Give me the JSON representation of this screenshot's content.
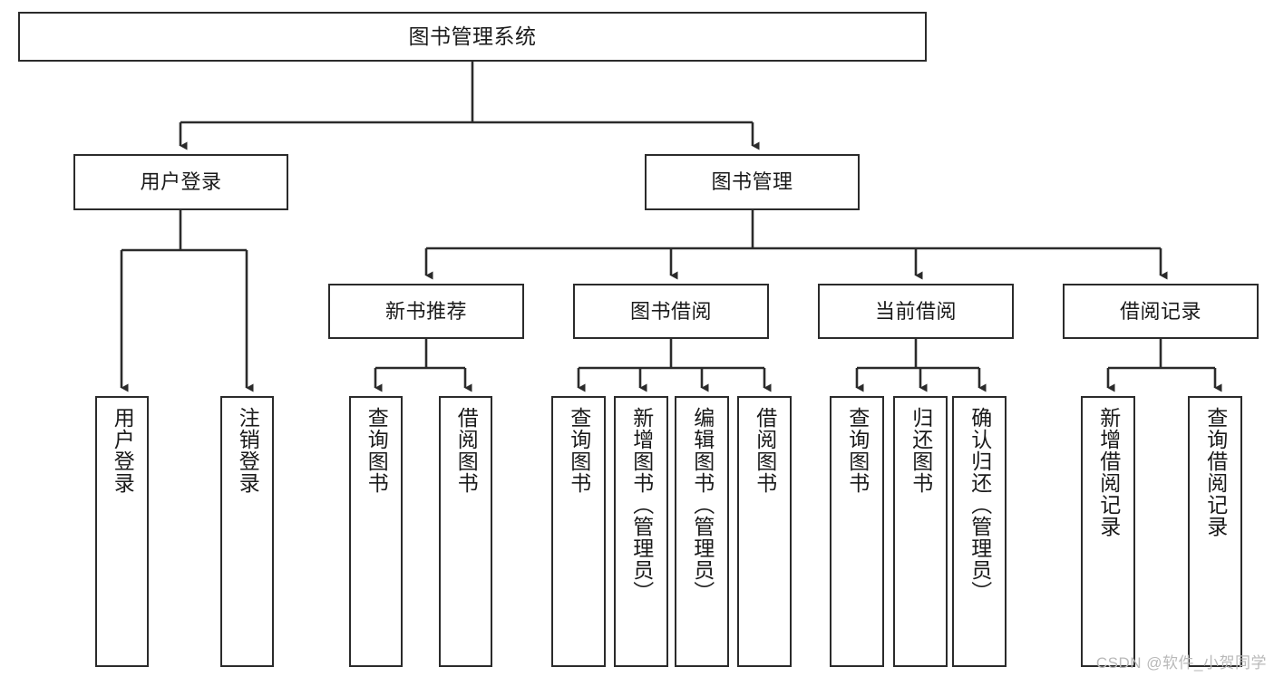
{
  "diagram": {
    "title": "图书管理系统",
    "type": "tree-hierarchy-chart",
    "line_color": "#2b2b2b",
    "box_fill": "#ffffff",
    "text_color": "#1a1a1a"
  },
  "nodes": {
    "root": {
      "label": "图书管理系统"
    },
    "level2": [
      {
        "label": "用户登录"
      },
      {
        "label": "图书管理"
      }
    ],
    "level3": [
      {
        "label": "新书推荐"
      },
      {
        "label": "图书借阅"
      },
      {
        "label": "当前借阅"
      },
      {
        "label": "借阅记录"
      }
    ],
    "leaves": {
      "user_login": [
        {
          "label": "用户登录"
        },
        {
          "label": "注销登录"
        }
      ],
      "new_book_recommend": [
        {
          "label": "查询图书"
        },
        {
          "label": "借阅图书"
        }
      ],
      "book_borrow": [
        {
          "label": "查询图书"
        },
        {
          "label": "新增图书（管理员）"
        },
        {
          "label": "编辑图书（管理员）"
        },
        {
          "label": "借阅图书"
        }
      ],
      "current_borrow": [
        {
          "label": "查询图书"
        },
        {
          "label": "归还图书"
        },
        {
          "label": "确认归还（管理员）"
        }
      ],
      "borrow_record": [
        {
          "label": "新增借阅记录"
        },
        {
          "label": "查询借阅记录"
        }
      ]
    }
  },
  "watermark": {
    "text": "CSDN @软件_小贺同学"
  }
}
